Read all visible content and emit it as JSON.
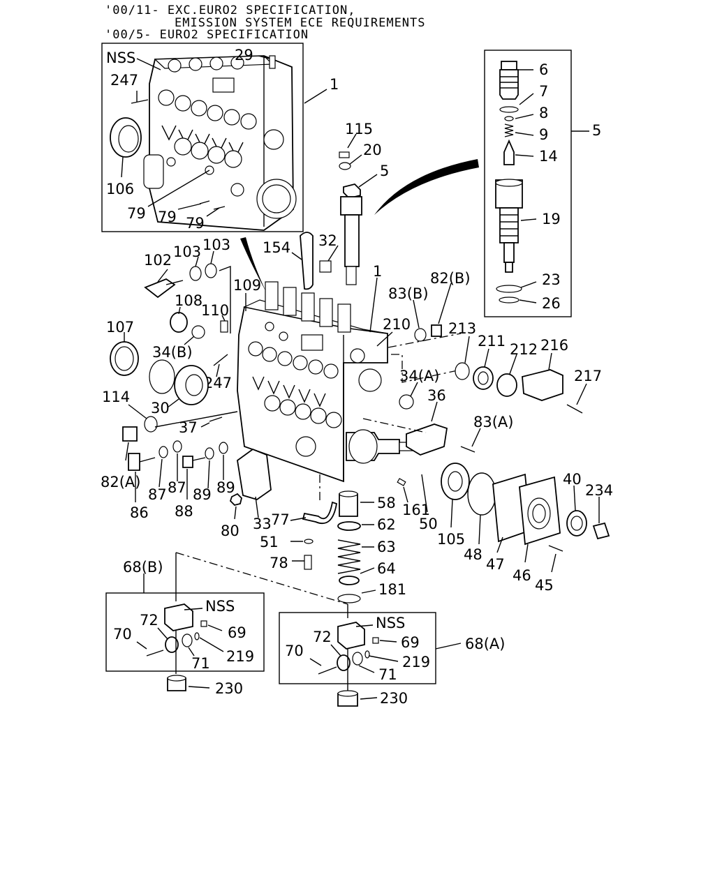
{
  "header": {
    "line1": "'00/11- EXC.EURO2 SPECIFICATION,",
    "line2": "EMISSION SYSTEM ECE REQUIREMENTS",
    "line3": "'00/5- EURO2 SPECIFICATION"
  },
  "inset_pump_body": {
    "nss": "NSS",
    "labels": [
      "29",
      "247",
      "1",
      "106",
      "79",
      "79",
      "79"
    ]
  },
  "inset_delivery_valve": {
    "labels": [
      "6",
      "7",
      "8",
      "9",
      "14",
      "19",
      "23",
      "26",
      "5"
    ]
  },
  "inset_68b": {
    "title": "68(B)",
    "nss": "NSS",
    "labels": [
      "72",
      "69",
      "70",
      "71",
      "219"
    ]
  },
  "inset_68a": {
    "title": "68(A)",
    "nss": "NSS",
    "labels": [
      "72",
      "69",
      "70",
      "219",
      "71"
    ]
  },
  "callouts": [
    "115",
    "20",
    "5",
    "154",
    "32",
    "102",
    "103",
    "103",
    "1",
    "109",
    "108",
    "110",
    "107",
    "34(B)",
    "247",
    "83(B)",
    "82(B)",
    "210",
    "213",
    "211",
    "212",
    "216",
    "217",
    "34(A)",
    "36",
    "83(A)",
    "114",
    "30",
    "37",
    "82(A)",
    "86",
    "87",
    "87",
    "88",
    "89",
    "89",
    "80",
    "33",
    "77",
    "58",
    "51",
    "62",
    "161",
    "63",
    "78",
    "64",
    "181",
    "50",
    "105",
    "48",
    "47",
    "40",
    "234",
    "46",
    "45",
    "230",
    "230"
  ]
}
